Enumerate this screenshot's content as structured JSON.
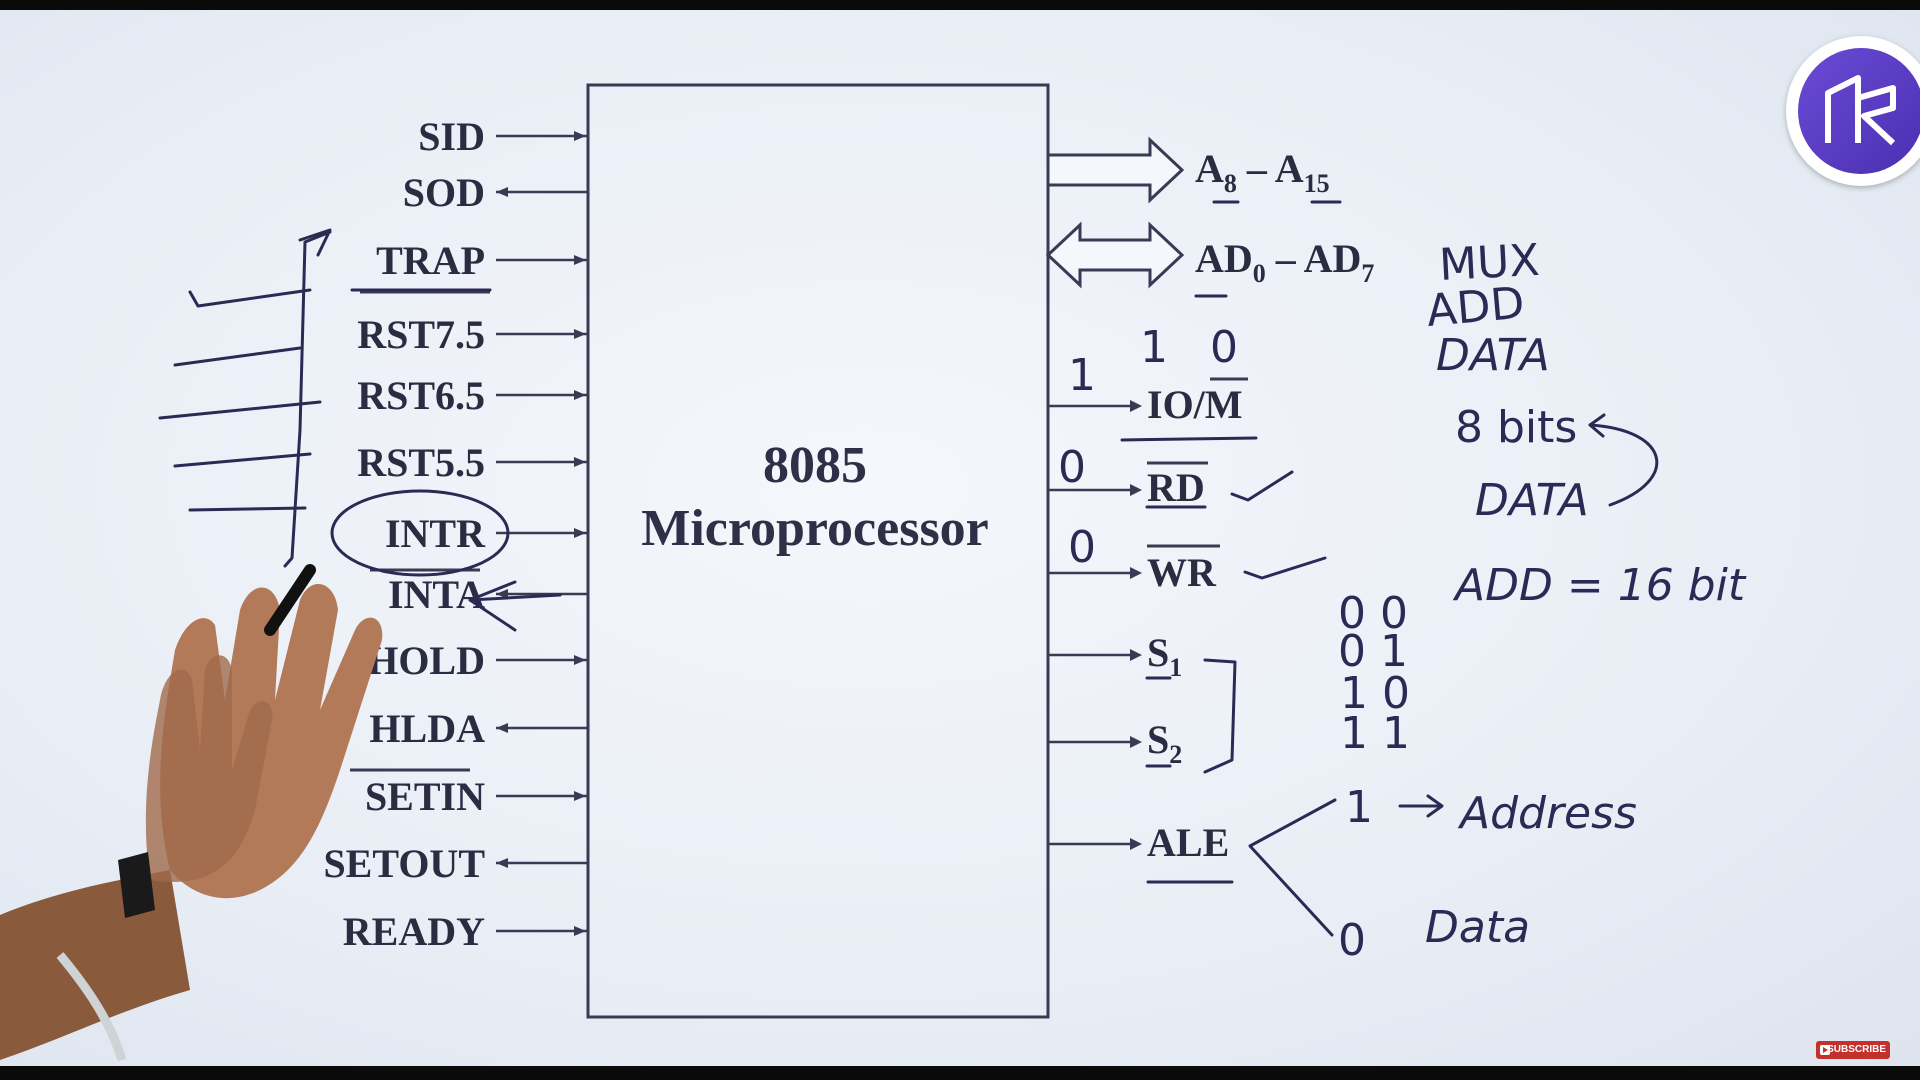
{
  "chip": {
    "line1": "8085",
    "line2": "Microprocessor"
  },
  "left_pins": [
    {
      "label": "SID",
      "dir": "in"
    },
    {
      "label": "SOD",
      "dir": "out"
    },
    {
      "label": "TRAP",
      "dir": "in"
    },
    {
      "label": "RST7.5",
      "dir": "in"
    },
    {
      "label": "RST6.5",
      "dir": "in"
    },
    {
      "label": "RST5.5",
      "dir": "in"
    },
    {
      "label": "INTR",
      "dir": "in"
    },
    {
      "label": "INTA",
      "dir": "out"
    },
    {
      "label": "HOLD",
      "dir": "in"
    },
    {
      "label": "HLDA",
      "dir": "out"
    },
    {
      "label": "SETIN",
      "dir": "in"
    },
    {
      "label": "SETOUT",
      "dir": "out"
    },
    {
      "label": "READY",
      "dir": "in"
    }
  ],
  "right_pins": {
    "a_high": {
      "base": "A",
      "sub1": "8",
      "dash": " – ",
      "base2": "A",
      "sub2": "15"
    },
    "ad": {
      "base": "AD",
      "sub1": "0",
      "dash": " – ",
      "base2": "AD",
      "sub2": "7"
    },
    "iom": "IO/M",
    "rd": "RD",
    "wr": "WR",
    "s1": {
      "base": "S",
      "sub": "1"
    },
    "s2": {
      "base": "S",
      "sub": "2"
    },
    "ale": "ALE"
  },
  "annotations": {
    "mux": "MUX",
    "add": "ADD",
    "data": "DATA",
    "eight_bit": "8 bits",
    "data2": "DATA",
    "add16": "ADD = 16 bit",
    "iom_vals": [
      "1",
      "1",
      "0"
    ],
    "rd_val": "0",
    "wr_val": "0",
    "s_states": [
      "0 0",
      "0 1",
      "1 0",
      "1 1"
    ],
    "ale_one": "1",
    "ale_address": "Address",
    "ale_zero": "0",
    "ale_data": "Data"
  },
  "subscribe_label": "SUBSCRIBE",
  "colors": {
    "ink": "#2a2a55",
    "logo": "#5a3cc4",
    "subscribe": "#c4302b"
  }
}
